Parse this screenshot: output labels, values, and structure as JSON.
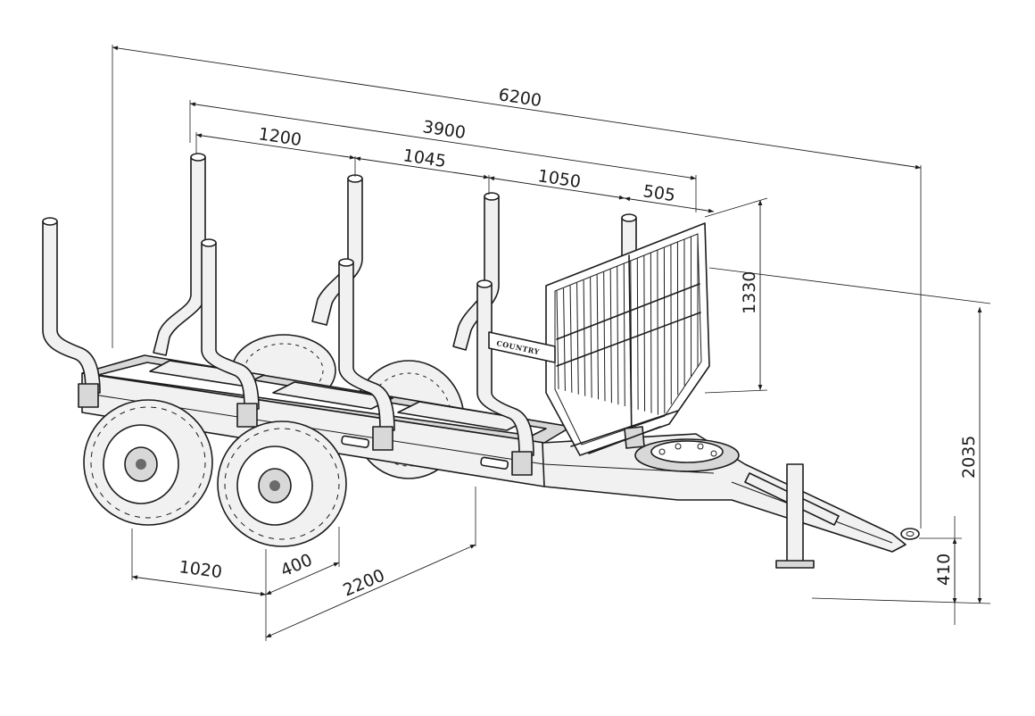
{
  "brand_label": "COUNTRY",
  "dimensions": {
    "overall_length": "6200",
    "load_length": "3900",
    "stake_spacing_1": "1200",
    "stake_spacing_2": "1045",
    "stake_spacing_3": "1050",
    "front_offset": "505",
    "grille_height": "1330",
    "overall_height": "2035",
    "wheel_spacing": "1020",
    "tyre_width": "400",
    "overall_width": "2200",
    "drawbar_height": "410"
  }
}
